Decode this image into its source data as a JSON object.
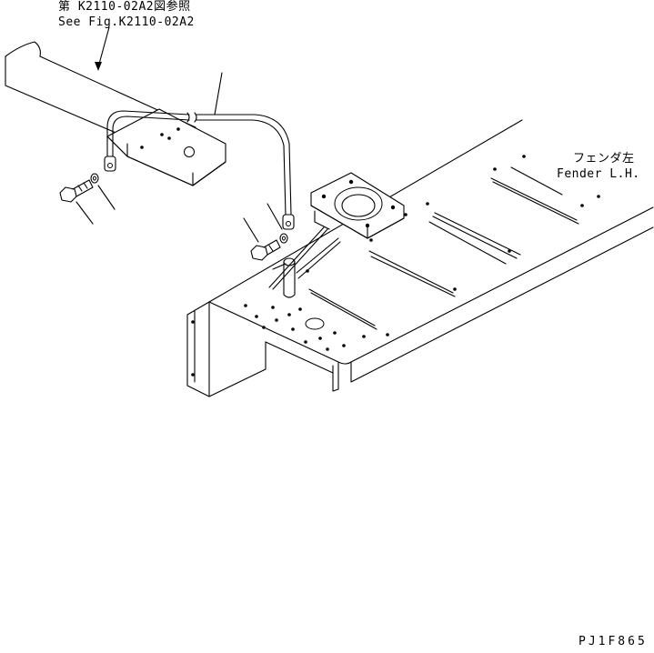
{
  "labels": {
    "ref_jp": "第 K2110-02A2図参照",
    "ref_en": "See Fig.K2110-02A2",
    "fender_jp": "フェンダ左",
    "fender_en": "Fender L.H.",
    "drawing_code": "PJ1F865"
  },
  "colors": {
    "line": "#000000",
    "background": "#ffffff"
  }
}
